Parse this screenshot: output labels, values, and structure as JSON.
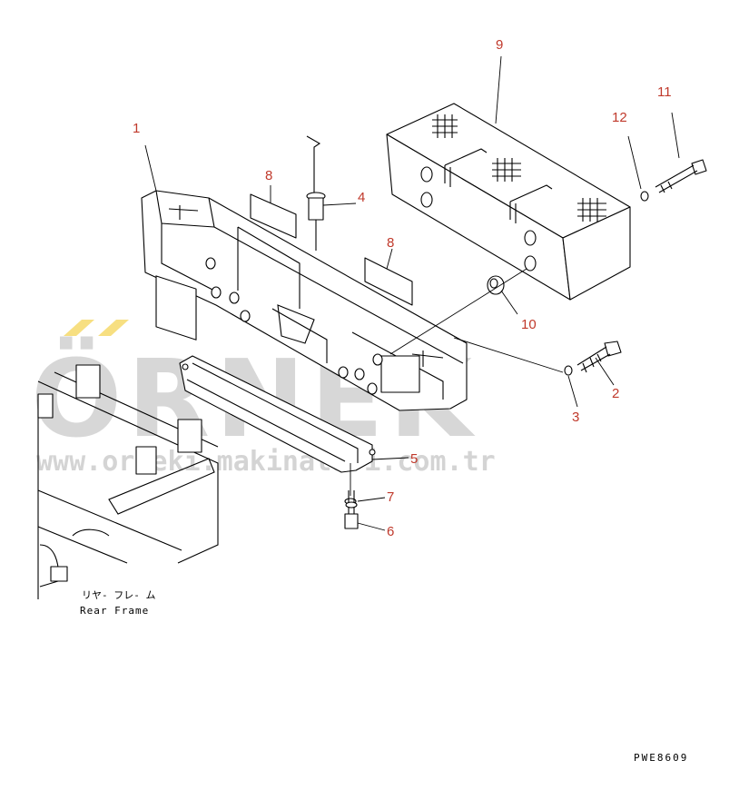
{
  "callouts": [
    {
      "id": "1",
      "text": "1"
    },
    {
      "id": "2",
      "text": "2"
    },
    {
      "id": "3",
      "text": "3"
    },
    {
      "id": "4",
      "text": "4"
    },
    {
      "id": "5",
      "text": "5"
    },
    {
      "id": "6",
      "text": "6"
    },
    {
      "id": "7",
      "text": "7"
    },
    {
      "id": "8a",
      "text": "8"
    },
    {
      "id": "8b",
      "text": "8"
    },
    {
      "id": "9",
      "text": "9"
    },
    {
      "id": "10",
      "text": "10"
    },
    {
      "id": "11",
      "text": "11"
    },
    {
      "id": "12",
      "text": "12"
    }
  ],
  "rear_frame_label_jp": "リヤ- フレ- ム",
  "rear_frame_label_en": "Rear Frame",
  "drawing_code": "PWE8609",
  "watermark": {
    "brand": "ÖRNEK",
    "url": "www.orneki.makinalari.com.tr"
  },
  "colors": {
    "callout": "#c0392b",
    "watermark": "#b8b8b8",
    "watermark_accent": "#f0c419"
  }
}
